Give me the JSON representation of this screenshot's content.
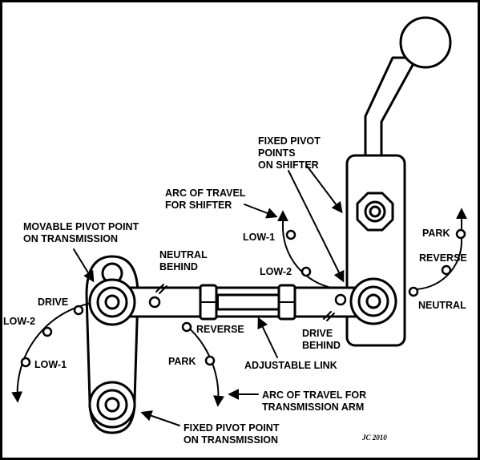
{
  "colors": {
    "ink": "#000000",
    "background": "#ffffff"
  },
  "labels": {
    "fixed_pivot_shifter": [
      "FIXED PIVOT",
      "POINTS",
      "ON SHIFTER"
    ],
    "arc_shifter": [
      "ARC OF TRAVEL",
      "FOR SHIFTER"
    ],
    "movable_pivot": [
      "MOVABLE PIVOT POINT",
      "ON TRANSMISSION"
    ],
    "neutral_behind": [
      "NEUTRAL",
      "BEHIND"
    ],
    "drive_behind": [
      "DRIVE",
      "BEHIND"
    ],
    "adjustable_link": "ADJUSTABLE LINK",
    "arc_transmission": [
      "ARC OF TRAVEL FOR",
      "TRANSMISSION ARM"
    ],
    "fixed_pivot_transmission": [
      "FIXED PIVOT POINT",
      "ON TRANSMISSION"
    ],
    "signature": "JC 2010"
  },
  "shifter_positions": {
    "low1": "LOW-1",
    "low2": "LOW-2",
    "park": "PARK",
    "reverse": "REVERSE",
    "neutral": "NEUTRAL"
  },
  "transmission_positions": {
    "drive": "DRIVE",
    "low2": "LOW-2",
    "low1": "LOW-1",
    "reverse": "REVERSE",
    "park": "PARK"
  }
}
